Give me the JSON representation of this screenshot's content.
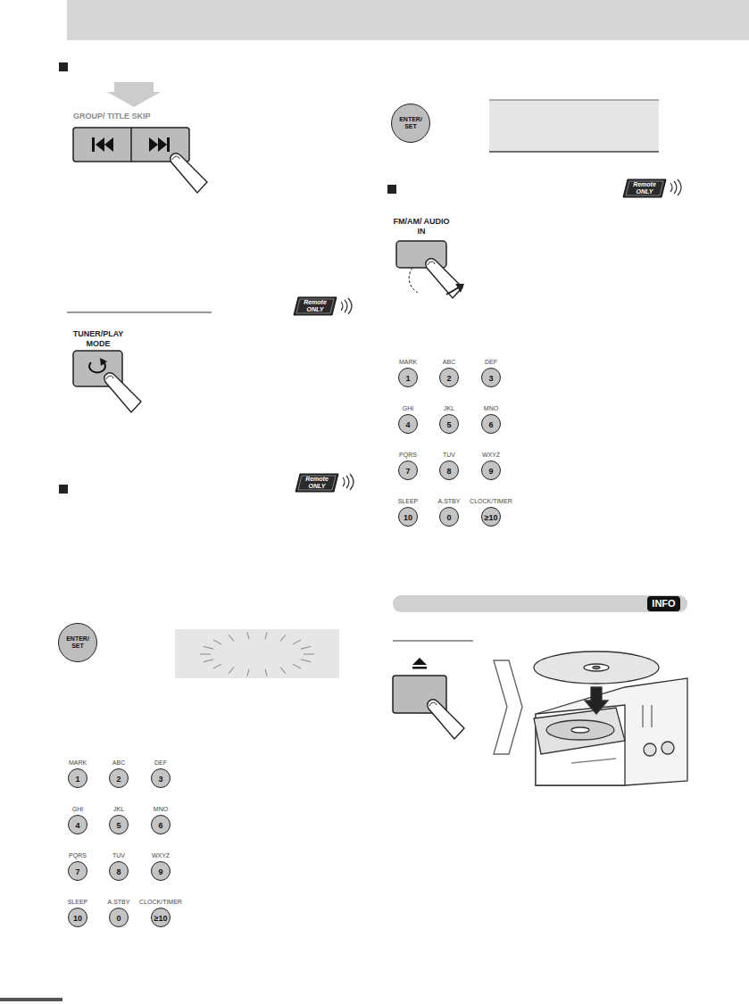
{
  "diagram": {
    "nodes": [
      {
        "text": [
          "GROUP/ TITLE SKIP"
        ]
      },
      {
        "text": [
          "Remote ONLY"
        ]
      },
      {
        "text": [
          "TUNER/PLAY MODE"
        ]
      },
      {
        "text": [
          "Remote ONLY"
        ]
      },
      {
        "text": [
          "ENTER/ SET"
        ]
      },
      {
        "text": [
          "MARK",
          "1"
        ]
      },
      {
        "text": [
          "ABC",
          "2"
        ]
      },
      {
        "text": [
          "DEF",
          "3"
        ]
      },
      {
        "text": [
          "GHI",
          "4"
        ]
      },
      {
        "text": [
          "JKL",
          "5"
        ]
      },
      {
        "text": [
          "MNO",
          "6"
        ]
      },
      {
        "text": [
          "PQRS",
          "7"
        ]
      },
      {
        "text": [
          "TUV",
          "8"
        ]
      },
      {
        "text": [
          "WXYZ",
          "9"
        ]
      },
      {
        "text": [
          "SLEEP",
          "10"
        ]
      },
      {
        "text": [
          "A.STBY",
          "0"
        ]
      },
      {
        "text": [
          "CLOCK/TIMER",
          "≥10"
        ]
      },
      {
        "text": [
          "ENTER/ SET"
        ]
      },
      {
        "text": [
          "Remote ONLY"
        ]
      },
      {
        "text": [
          "FM/AM/ AUDIO IN"
        ]
      },
      {
        "text": [
          "MARK",
          "1"
        ]
      },
      {
        "text": [
          "ABC",
          "2"
        ]
      },
      {
        "text": [
          "DEF",
          "3"
        ]
      },
      {
        "text": [
          "GHI",
          "4"
        ]
      },
      {
        "text": [
          "JKL",
          "5"
        ]
      },
      {
        "text": [
          "MNO",
          "6"
        ]
      },
      {
        "text": [
          "PQRS",
          "7"
        ]
      },
      {
        "text": [
          "TUV",
          "8"
        ]
      },
      {
        "text": [
          "WXYZ",
          "9"
        ]
      },
      {
        "text": [
          "SLEEP",
          "10"
        ]
      },
      {
        "text": [
          "A.STBY",
          "0"
        ]
      },
      {
        "text": [
          "CLOCK/TIMER",
          "≥10"
        ]
      },
      {
        "text": [
          "INFO"
        ]
      }
    ]
  }
}
